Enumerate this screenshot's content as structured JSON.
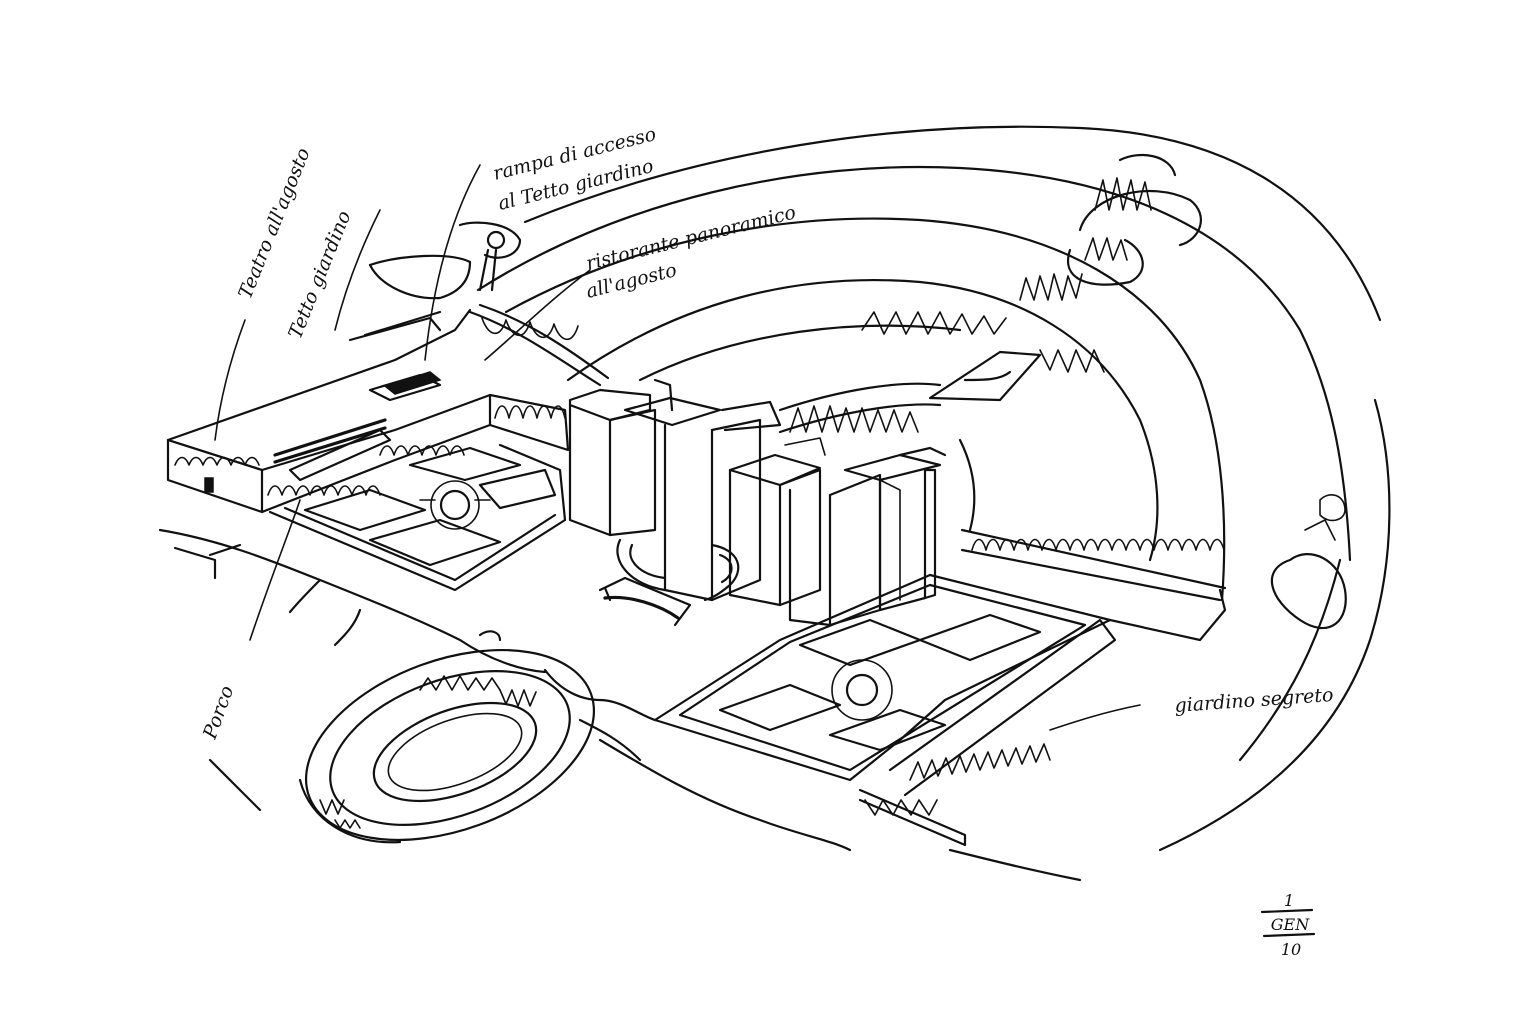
{
  "annotations": {
    "teatro_agosto": "Teatro all'agosto",
    "tetto_giardino": "Tetto giardino",
    "rampa_line1": "rampa di accesso",
    "rampa_line2": "al Tetto giardino",
    "ristorante_line1": "ristorante panoramico",
    "ristorante_line2": "all'agosto",
    "portico": "Porco",
    "giardino_segreto": "giardino segreto"
  },
  "date_mark": {
    "day": "1",
    "month": "GEN",
    "year": "10"
  },
  "ink_color": "#111111",
  "paper_color": "#ffffff"
}
